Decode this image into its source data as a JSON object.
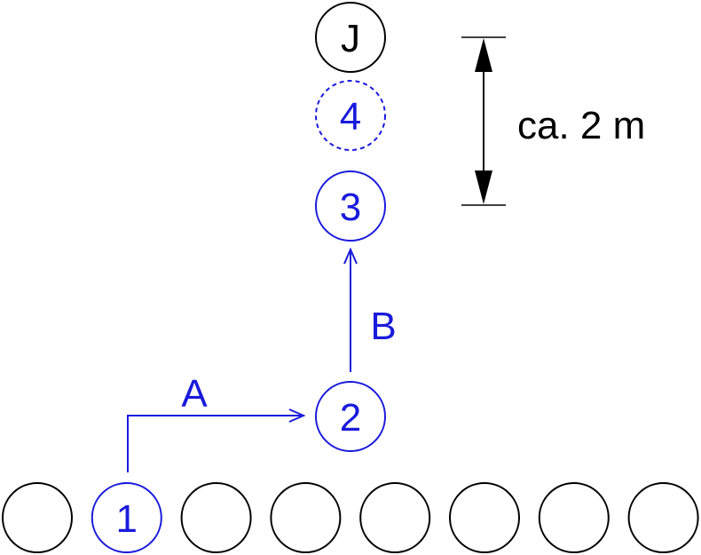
{
  "colors": {
    "accent": "#1a1adc",
    "ink": "#000000"
  },
  "row_positions": [
    "",
    "1",
    "",
    "",
    "",
    "",
    "",
    ""
  ],
  "stations": {
    "j": {
      "label": "J"
    },
    "p4": {
      "label": "4",
      "style": "dashed"
    },
    "p3": {
      "label": "3"
    },
    "p2": {
      "label": "2"
    }
  },
  "moves": {
    "a": {
      "label": "A"
    },
    "b": {
      "label": "B"
    }
  },
  "distance": {
    "label": "ca. 2 m"
  }
}
